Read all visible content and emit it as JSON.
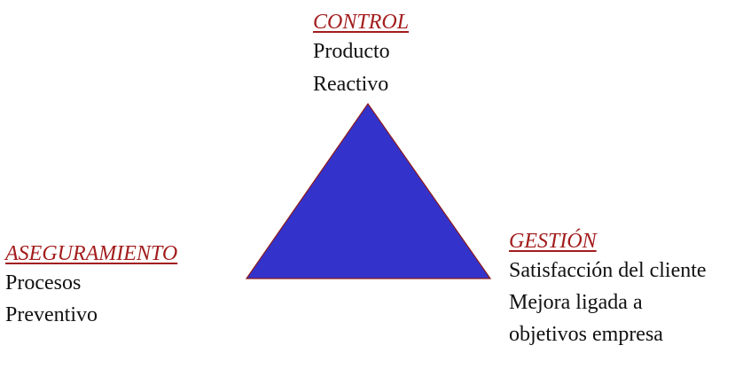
{
  "diagram": {
    "triangle": {
      "fill_color": "#3333cc",
      "stroke_color": "#8b1a1a"
    },
    "heading_color": "#a31c1c",
    "text_color": "#111111",
    "control": {
      "title": "CONTROL",
      "lines": [
        "Producto",
        "Reactivo"
      ]
    },
    "aseguramiento": {
      "title": "ASEGURAMIENTO",
      "lines": [
        "Procesos",
        "Preventivo"
      ]
    },
    "gestion": {
      "title": "GESTIÓN",
      "lines": [
        "Satisfacción del cliente",
        "Mejora ligada a",
        "objetivos empresa"
      ]
    }
  }
}
